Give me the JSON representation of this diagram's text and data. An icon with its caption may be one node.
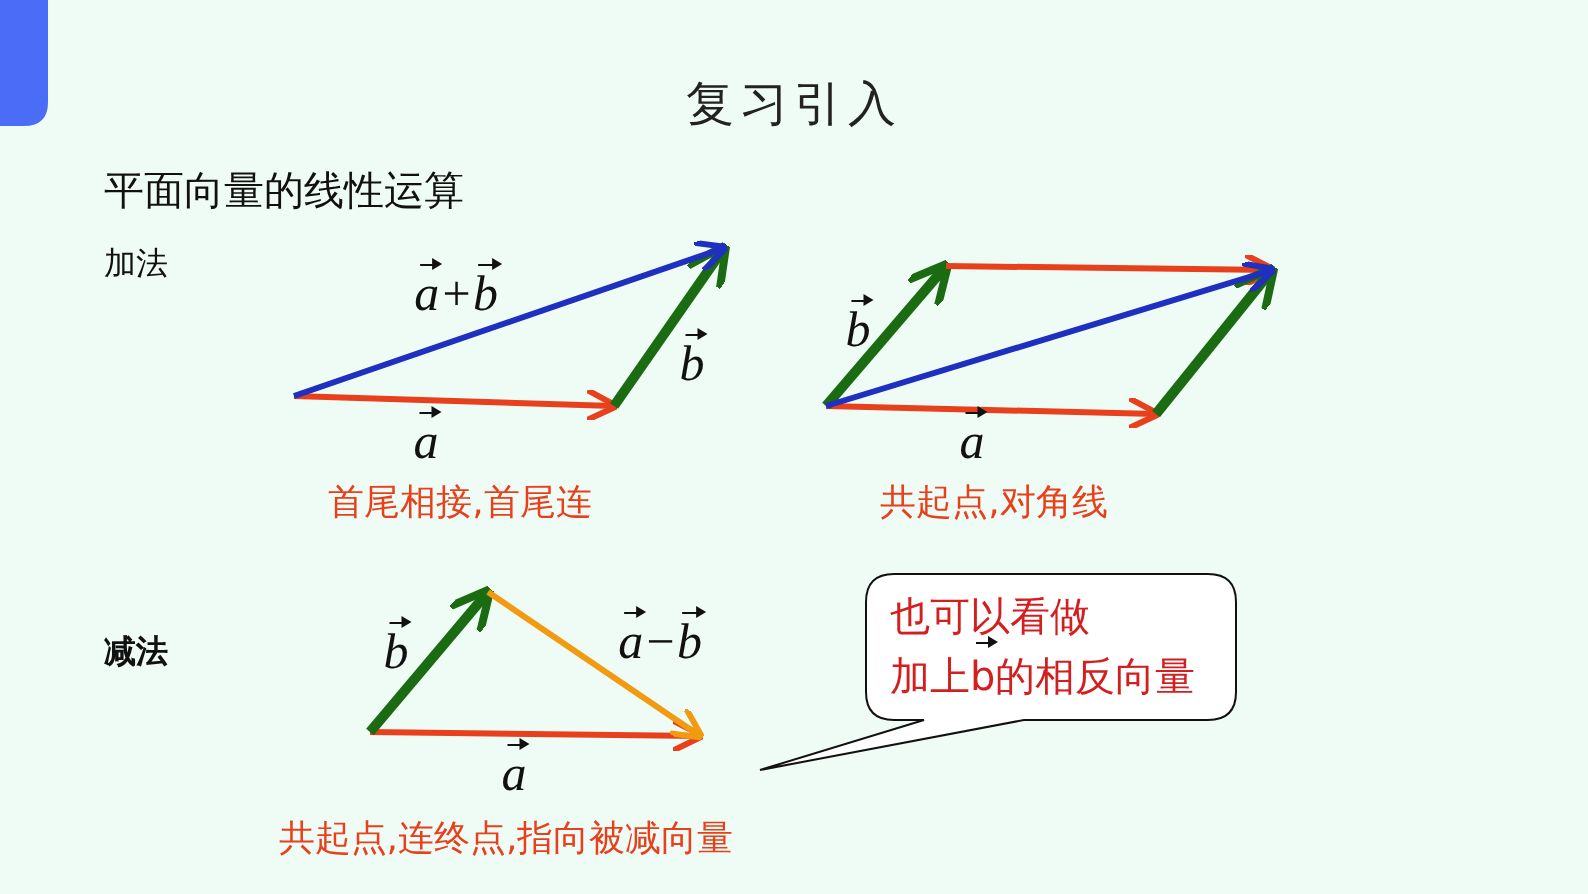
{
  "diagram": {
    "title": "复习引入",
    "nodes": [
      {
        "text": [
          "也可以看做",
          "加上b的相反向量"
        ]
      }
    ],
    "labels": [
      "平面向量的线性运算",
      "加法",
      "a+b",
      "b",
      "a",
      "首尾相接,首尾连",
      "b",
      "a",
      "共起点,对角线",
      "减法",
      "b",
      "a−b",
      "a",
      "共起点,连终点,指向被减向量"
    ]
  }
}
